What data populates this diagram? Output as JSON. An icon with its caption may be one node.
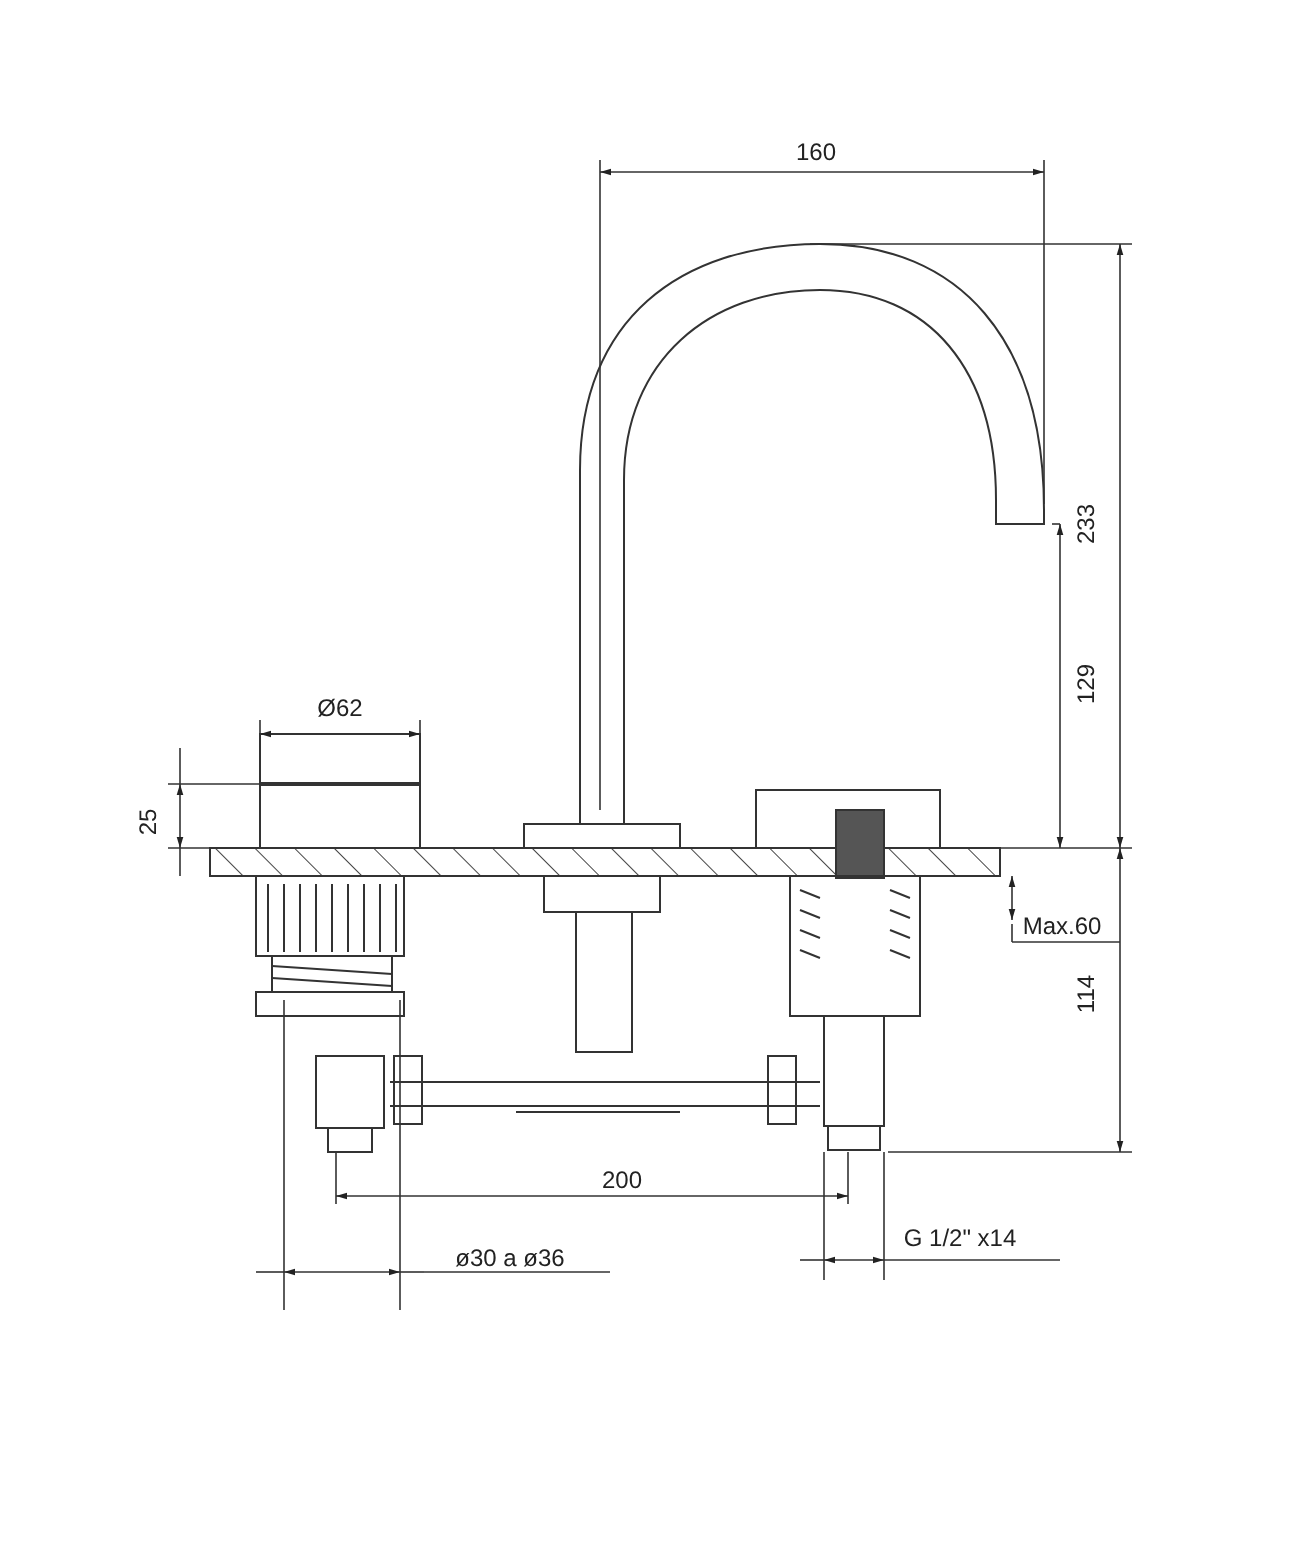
{
  "diagram": {
    "labels": [
      "160",
      "233",
      "129",
      "Ø62",
      "25",
      "Max.60",
      "114",
      "200",
      "ø30 a ø36",
      "G 1/2\" x14"
    ]
  }
}
